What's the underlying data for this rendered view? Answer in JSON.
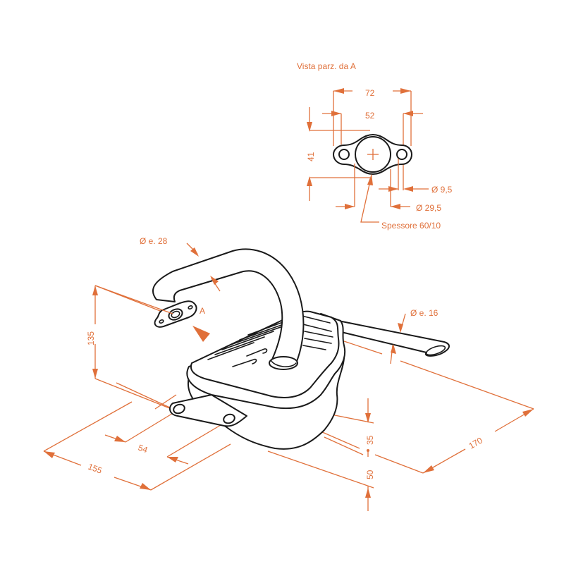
{
  "colors": {
    "dimension": "#e0703a",
    "outline": "#1a1a1a",
    "background": "#ffffff"
  },
  "detail_view": {
    "title": "Vista parz. da A",
    "width_outer": "72",
    "width_holes": "52",
    "height": "41",
    "hole_diameter": "Ø 9,5",
    "bore_diameter": "Ø 29,5",
    "thickness": "Spessore 60/10"
  },
  "main_view": {
    "inlet_pipe_diameter": "Ø e. 28",
    "view_marker": "A",
    "outlet_pipe_diameter": "Ø e. 16",
    "height_total": "135",
    "depth": "170",
    "width_total": "155",
    "bracket_spacing": "54",
    "height_bracket": "35",
    "height_bottom": "50"
  }
}
